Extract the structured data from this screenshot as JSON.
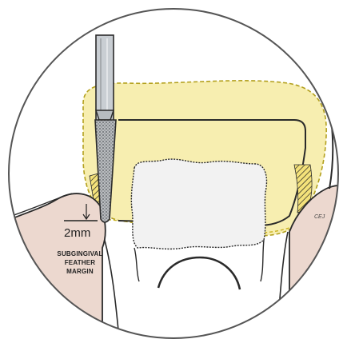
{
  "labels": {
    "measurement": "2mm",
    "margin_line_1": "SUBGINGIVAL",
    "margin_line_2": "FEATHER",
    "margin_line_3": "MARGIN",
    "cej": "CEJ"
  },
  "colors": {
    "background": "#ffffff",
    "circle_outline": "#555555",
    "gingiva": "#ecd8cf",
    "crown_preparation": "#f7eeb0",
    "bur_shank": "#c9ced3",
    "bur_diamond": "#8e9296",
    "pulp": "#f2f2f2",
    "outline": "#2a2a2a"
  }
}
